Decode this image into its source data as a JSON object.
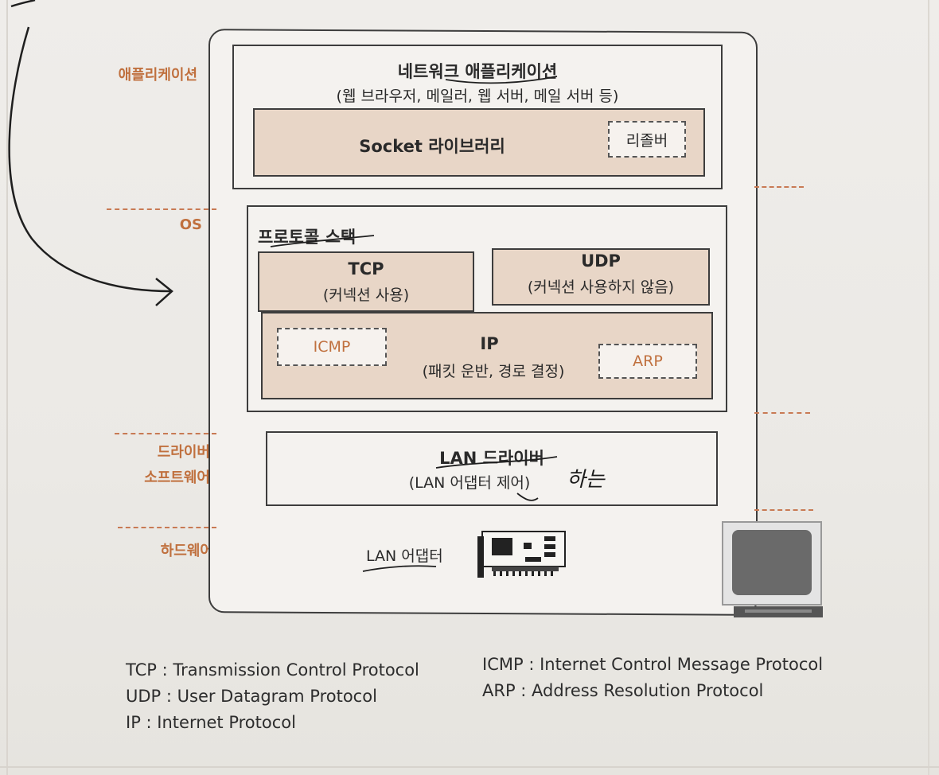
{
  "layers": {
    "application": "애플리케이션",
    "os": "OS",
    "driver_line1": "드라이버",
    "driver_line2": "소프트웨어",
    "hardware": "하드웨어"
  },
  "application_box": {
    "title": "네트워크 애플리케이션",
    "subtitle": "(웹 브라우저, 메일러, 웹 서버, 메일 서버 등)",
    "socket_label": "Socket 라이브러리",
    "resolver_label": "리졸버"
  },
  "protocol_stack": {
    "title": "프로토콜 스택",
    "tcp_title": "TCP",
    "tcp_sub": "(커넥션 사용)",
    "udp_title": "UDP",
    "udp_sub": "(커넥션 사용하지 않음)",
    "ip_title": "IP",
    "ip_sub": "(패킷 운반, 경로 결정)",
    "icmp": "ICMP",
    "arp": "ARP"
  },
  "driver_box": {
    "title": "LAN 드라이버",
    "subtitle": "(LAN 어댑터 제어)",
    "handwritten_note": "하는"
  },
  "hardware": {
    "adapter_label": "LAN 어댑터"
  },
  "legend": {
    "tcp": "TCP : Transmission Control Protocol",
    "udp": "UDP : User Datagram Protocol",
    "ip": "IP : Internet Protocol",
    "icmp": "ICMP : Internet Control Message Protocol",
    "arp": "ARP : Address Resolution Protocol"
  },
  "colors": {
    "accent": "#c0703e",
    "shaded_box": "#e8d6c7",
    "divider": "#c87a54"
  }
}
